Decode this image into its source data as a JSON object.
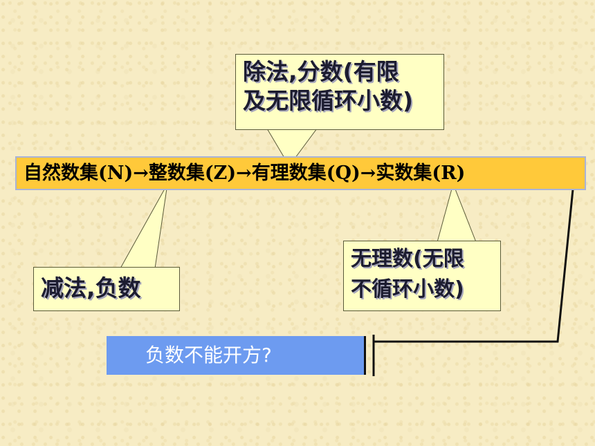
{
  "main_bar": {
    "text": "自然数集(N)→整数集(Z)→有理数集(Q)→实数集(R)"
  },
  "callouts": {
    "division": [
      "除法,分数(有限",
      "及无限循环小数)"
    ],
    "subtraction": [
      "减法,负数"
    ],
    "irrational": [
      "无理数(无限",
      "不循环小数)"
    ]
  },
  "question": {
    "text": "负数不能开方?"
  },
  "colors": {
    "background": "#f7ecc4",
    "callout_fill": "#ffffc4",
    "main_bar_fill": "#ffc93a",
    "question_fill": "#6d9bf0",
    "connector": "#111111"
  }
}
